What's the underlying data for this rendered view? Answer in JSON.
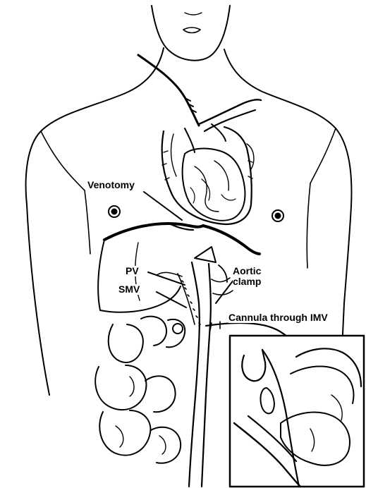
{
  "labels": {
    "venotomy": "Venotomy",
    "pv": "PV",
    "smv": "SMV",
    "aortic_clamp_line1": "Aortic",
    "aortic_clamp_line2": "clamp",
    "cannula": "Cannula through IMV"
  },
  "colors": {
    "ink": "#000000",
    "paper": "#ffffff"
  }
}
